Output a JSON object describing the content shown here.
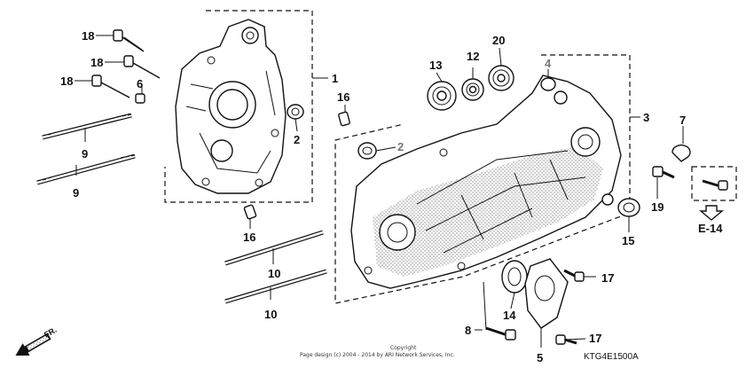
{
  "diagram": {
    "callouts": {
      "p1": "1",
      "p2a": "2",
      "p2b": "2",
      "p3": "3",
      "p4": "4",
      "p5": "5",
      "p6": "6",
      "p7": "7",
      "p8": "8",
      "p9a": "9",
      "p9b": "9",
      "p10a": "10",
      "p10b": "10",
      "p12": "12",
      "p13": "13",
      "p14": "14",
      "p15": "15",
      "p16a": "16",
      "p16b": "16",
      "p17a": "17",
      "p17b": "17",
      "p18a": "18",
      "p18b": "18",
      "p18c": "18",
      "p19": "19",
      "p20": "20"
    },
    "reference": "E-14",
    "direction": "FR.",
    "diagram_code": "KTG4E1500A",
    "copyright_line1": "Copyright",
    "copyright_line2": "Page design (c) 2004 - 2014 by ARI Network Services, Inc.",
    "colors": {
      "ink": "#111111",
      "gray_callout": "#777777",
      "stipple": "#888888"
    }
  }
}
